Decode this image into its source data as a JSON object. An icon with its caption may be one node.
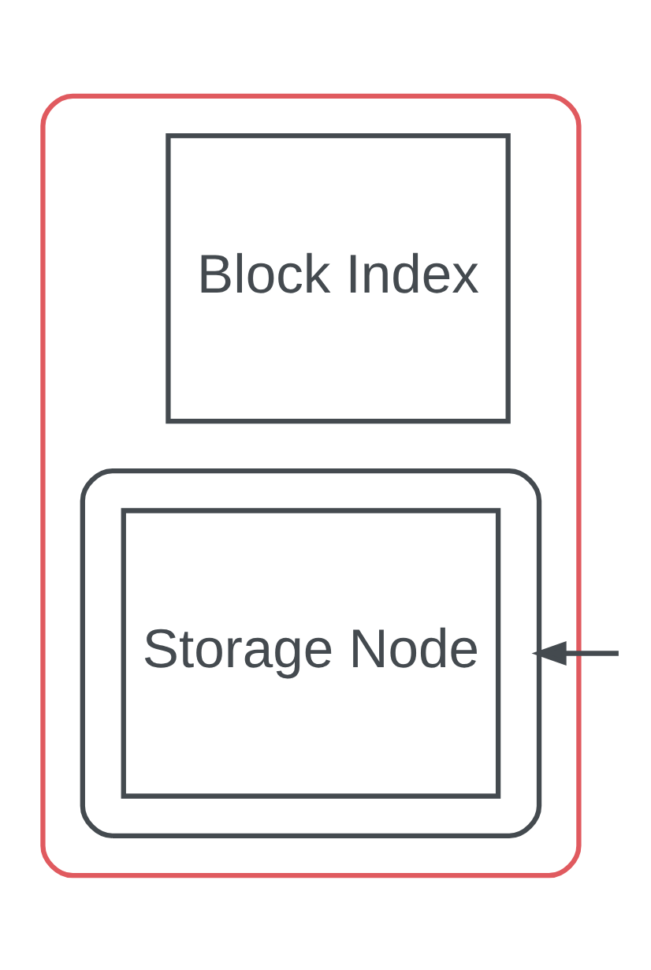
{
  "diagram": {
    "nodes": [
      {
        "text": [],
        "shape": "box"
      },
      {
        "text": [
          "Block Index"
        ],
        "in": 0
      },
      {
        "text": [],
        "shape": "box",
        "in": 0
      },
      {
        "text": [
          "Storage Node"
        ],
        "in": 2
      }
    ],
    "edges": [
      {
        "from": null,
        "to": 2,
        "arrow": "to"
      }
    ]
  }
}
